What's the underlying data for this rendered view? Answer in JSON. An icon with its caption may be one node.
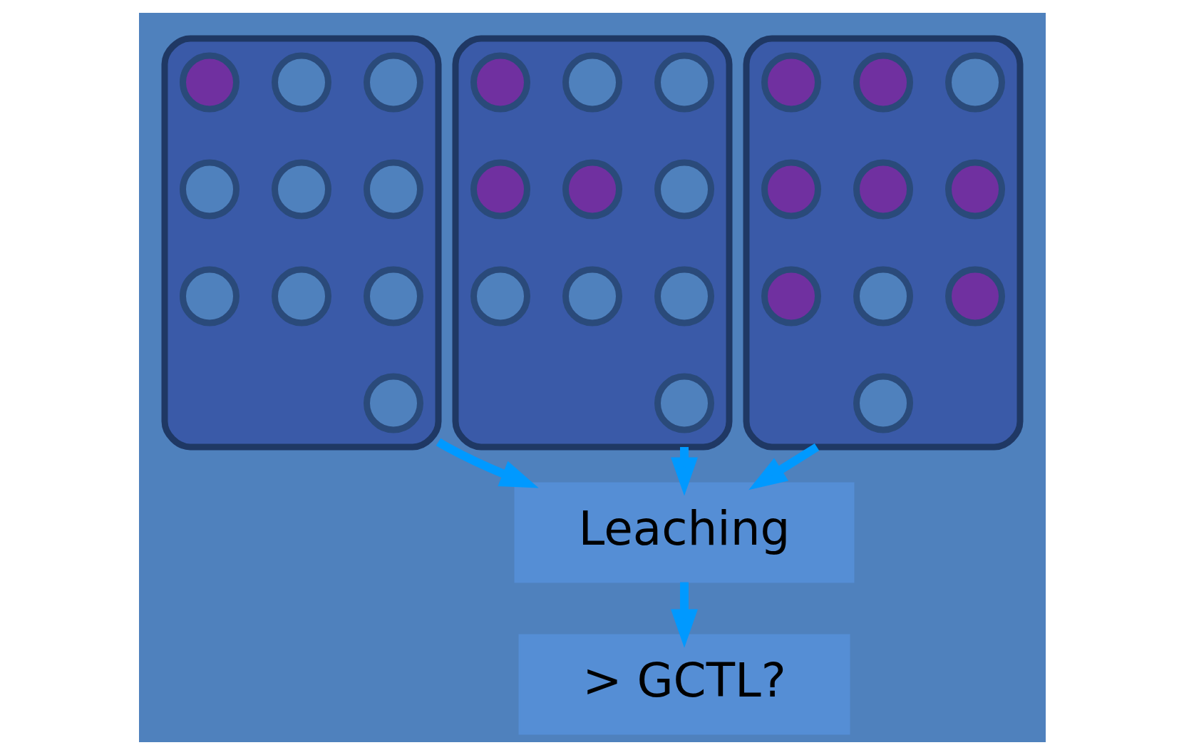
{
  "diagram": {
    "nodes": [
      {
        "text": [],
        "shape": "ellipse"
      },
      {
        "text": [],
        "shape": "circle",
        "in": 0
      },
      {
        "text": [],
        "shape": "circle",
        "in": 0
      },
      {
        "text": [],
        "shape": "circle",
        "in": 0
      },
      {
        "text": [],
        "shape": "circle",
        "in": 0
      },
      {
        "text": [],
        "shape": "circle",
        "in": 0
      },
      {
        "text": [],
        "shape": "circle",
        "in": 0
      },
      {
        "text": [],
        "shape": "circle",
        "in": 0
      },
      {
        "text": [],
        "shape": "circle",
        "in": 0
      },
      {
        "text": [],
        "shape": "circle",
        "in": 0
      },
      {
        "text": [],
        "shape": "circle",
        "in": 0
      },
      {
        "text": [],
        "shape": "ellipse"
      },
      {
        "text": [],
        "shape": "circle",
        "in": 11
      },
      {
        "text": [],
        "shape": "circle",
        "in": 11
      },
      {
        "text": [],
        "shape": "circle",
        "in": 11
      },
      {
        "text": [],
        "shape": "circle",
        "in": 11
      },
      {
        "text": [],
        "shape": "circle",
        "in": 11
      },
      {
        "text": [],
        "shape": "circle",
        "in": 11
      },
      {
        "text": [],
        "shape": "circle",
        "in": 11
      },
      {
        "text": [],
        "shape": "circle",
        "in": 11
      },
      {
        "text": [],
        "shape": "circle",
        "in": 11
      },
      {
        "text": [],
        "shape": "circle",
        "in": 11
      },
      {
        "text": [],
        "shape": "ellipse"
      },
      {
        "text": [],
        "shape": "circle",
        "in": 22
      },
      {
        "text": [],
        "shape": "circle",
        "in": 22
      },
      {
        "text": [],
        "shape": "circle",
        "in": 22
      },
      {
        "text": [],
        "shape": "circle",
        "in": 22
      },
      {
        "text": [],
        "shape": "circle",
        "in": 22
      },
      {
        "text": [],
        "shape": "circle",
        "in": 22
      },
      {
        "text": [],
        "shape": "circle",
        "in": 22
      },
      {
        "text": [],
        "shape": "circle",
        "in": 22
      },
      {
        "text": [],
        "shape": "circle",
        "in": 22
      },
      {
        "text": [],
        "shape": "circle",
        "in": 22
      },
      {
        "text": [
          "Leaching"
        ]
      },
      {
        "text": [
          "> GCTL?"
        ]
      }
    ],
    "edges": [
      {
        "from": 0,
        "to": 33,
        "arrow": "to"
      },
      {
        "from": 11,
        "to": 33,
        "arrow": "to"
      },
      {
        "from": 22,
        "to": 33,
        "arrow": "to"
      },
      {
        "from": 33,
        "to": 34,
        "arrow": "to"
      }
    ]
  }
}
